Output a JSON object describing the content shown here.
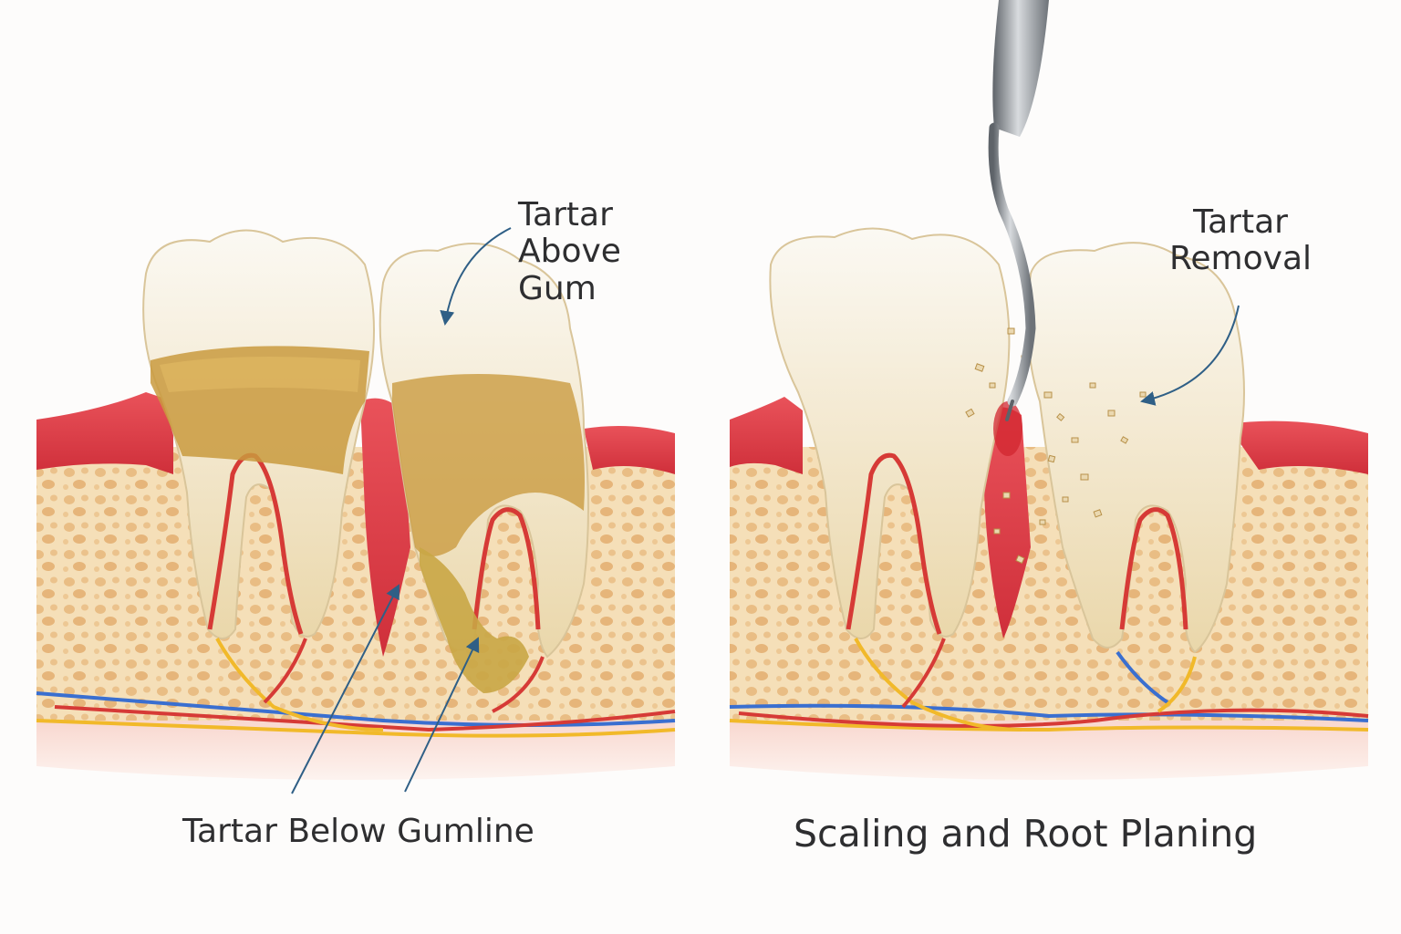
{
  "left_panel": {
    "label_above": [
      "Tartar",
      "Above",
      "Gum"
    ],
    "label_below": "Tartar Below Gumline"
  },
  "right_panel": {
    "label_removal": [
      "Tartar",
      "Removal"
    ],
    "caption": "Scaling and Root Planing"
  },
  "colors": {
    "background": "#fdfcfb",
    "gum": "#e2404a",
    "bone": "#f5dfb8",
    "bone_pores": "#e9bd84",
    "tooth": "#f6efdf",
    "tartar": "#c99a3e",
    "artery": "#d63a36",
    "vein": "#3a6fd0",
    "nerve": "#f1b92a",
    "instrument": "#8e9399",
    "arrow": "#2f5f86",
    "text": "#2e2e30"
  }
}
